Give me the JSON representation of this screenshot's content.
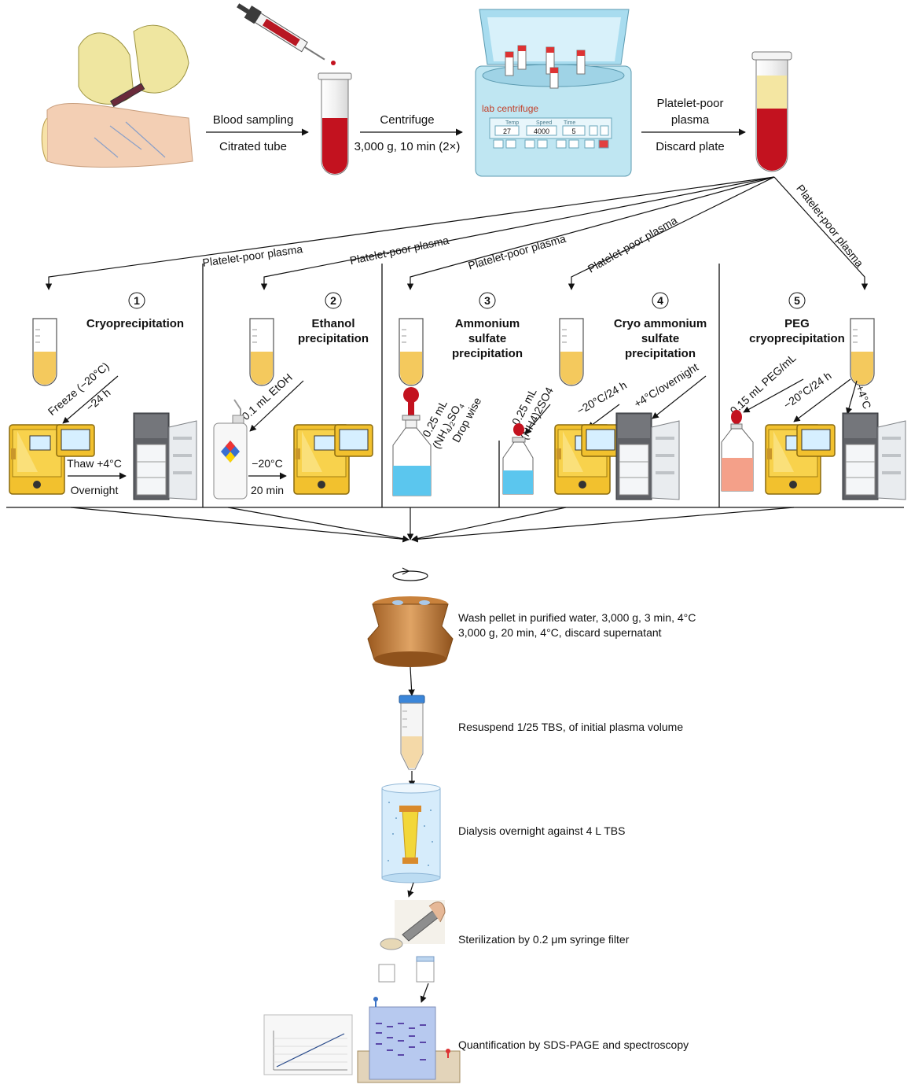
{
  "colors": {
    "blood": "#c3121f",
    "plasma": "#f4c95d",
    "freezer": "#f2c12e",
    "fridge": "#6d6f74",
    "ammonium_solution": "#5bc6ee",
    "peg_solution": "#f4a089",
    "centrifuge": "#bfe6f2",
    "rotor": "#c9823c"
  },
  "top": {
    "blood_sampling": "Blood sampling",
    "citrated_tube": "Citrated tube",
    "centrifuge": "Centrifuge",
    "centrifuge_params": "3,000 g, 10 min (2×)",
    "centrifuge_brand": "lab centrifuge",
    "panel_temp": "Temp",
    "panel_speed": "Speed",
    "panel_time": "Time",
    "temp_value": "27",
    "speed_value": "4000",
    "time_value": "5",
    "ppp_line1": "Platelet-poor",
    "ppp_line2": "plasma",
    "discard_plate": "Discard plate"
  },
  "branches": {
    "ppp_label": "Platelet-poor plasma",
    "methods": [
      {
        "number": "1",
        "title_lines": [
          "Cryoprecipitation"
        ]
      },
      {
        "number": "2",
        "title_lines": [
          "Ethanol",
          "precipitation"
        ]
      },
      {
        "number": "3",
        "title_lines": [
          "Ammonium",
          "sulfate",
          "precipitation"
        ]
      },
      {
        "number": "4",
        "title_lines": [
          "Cryo ammonium",
          "sulfate",
          "precipitation"
        ]
      },
      {
        "number": "5",
        "title_lines": [
          "PEG",
          "cryoprecipitation"
        ]
      }
    ],
    "m1": {
      "freeze": "Freeze (−20°C)",
      "hours": "−24 h",
      "thaw": "Thaw +4°C",
      "overnight": "Overnight"
    },
    "m2": {
      "etoh": "0.1 mL EtOH",
      "temp": "−20°C",
      "time": "20 min"
    },
    "m3": {
      "vol": "0.25 mL",
      "formula_main": "(NH",
      "sub4": "4",
      "close": ")",
      "sub2": "2",
      "so": "SO",
      "sub4b": "4",
      "dropwise": "Drop wise"
    },
    "m4": {
      "vol": "0.25 mL",
      "formula": "(NH4)2SO4",
      "freeze": "−20°C/24 h",
      "fridge": "+4°C/overnight"
    },
    "m5": {
      "peg": "0.15 mL PEG/mL",
      "freeze": "−20°C/24 h",
      "fridge": "+4°C"
    }
  },
  "steps": {
    "wash_line1": "Wash pellet in purified water, 3,000 g, 3 min, 4°C",
    "wash_line2": "3,000 g, 20 min, 4°C, discard supernatant",
    "resuspend": "Resuspend 1/25 TBS, of initial plasma volume",
    "dialysis": "Dialysis overnight against 4 L TBS",
    "sterilization": "Sterilization by 0.2 μm syringe filter",
    "quantification": "Quantification by SDS-PAGE and spectroscopy"
  }
}
